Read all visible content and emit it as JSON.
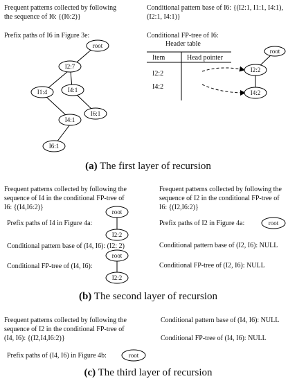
{
  "panel_a": {
    "left": {
      "line1": "Frequent patterns collected by following",
      "line2": "the sequence of I6: {(I6:2)}",
      "prefix_paths": "Prefix paths of  I6 in Figure 3e:",
      "nodes": {
        "root": "root",
        "i2": "I2:7",
        "i1": "I1:4",
        "i4": "I4:1",
        "i6a": "I6:1",
        "i4b": "I4:1",
        "i6b": "I6:1"
      }
    },
    "right": {
      "line1": "Conditional pattern base of I6: {(I2:1, I1:1, I4:1),",
      "line2": "(I2:1, I4:1)}",
      "cond_tree": "Conditional FP-tree of I6:",
      "header_table": "Header table",
      "col_item": "Item",
      "col_head": "Head pointer",
      "row1": "I2:2",
      "row2": "I4:2",
      "nodes": {
        "root": "root",
        "i2": "I2:2",
        "i4": "I4:2"
      }
    },
    "caption_label": "(a)",
    "caption_text": " The first layer of recursion"
  },
  "panel_b": {
    "left": {
      "line1": "Frequent patterns collected by following the",
      "line2": "sequence of I4 in the conditional FP-tree of",
      "line3": "I6: {(I4,I6:2)}",
      "prefix_paths": "Prefix paths of  I4 in Figure 4a:",
      "cond_base": "Conditional pattern base of (I4, I6):  (I2: 2)",
      "cond_tree": "Conditional FP-tree of (I4, I6):",
      "nodes": {
        "root1": "root",
        "i2a": "I2:2",
        "root2": "root",
        "i2b": "I2:2"
      }
    },
    "right": {
      "line1": "Frequent patterns collected by following the",
      "line2": "sequence of I2 in the conditional FP-tree of",
      "line3": "I6: {(I2,I6:2)}",
      "prefix_paths": "Prefix paths of  I2 in Figure 4a:",
      "root": "root",
      "cond_base": "Conditional pattern base of (I2, I6):  NULL",
      "cond_tree": "Conditional FP-tree of (I2, I6):  NULL"
    },
    "caption_label": "(b)",
    "caption_text": " The second layer of recursion"
  },
  "panel_c": {
    "left": {
      "line1": "Frequent patterns collected by following the",
      "line2": "sequence of I2 in the conditional FP-tree of",
      "line3": "(I4, I6): {(I2,I4,I6:2)}",
      "prefix_paths": "Prefix paths of (I4, I6) in Figure 4b:",
      "root": "root"
    },
    "right": {
      "cond_base": "Conditional pattern base of (I4, I6):  NULL",
      "cond_tree": "Conditional FP-tree of (I4, I6):  NULL"
    },
    "caption_label": "(c)",
    "caption_text": " The third layer of recursion"
  }
}
